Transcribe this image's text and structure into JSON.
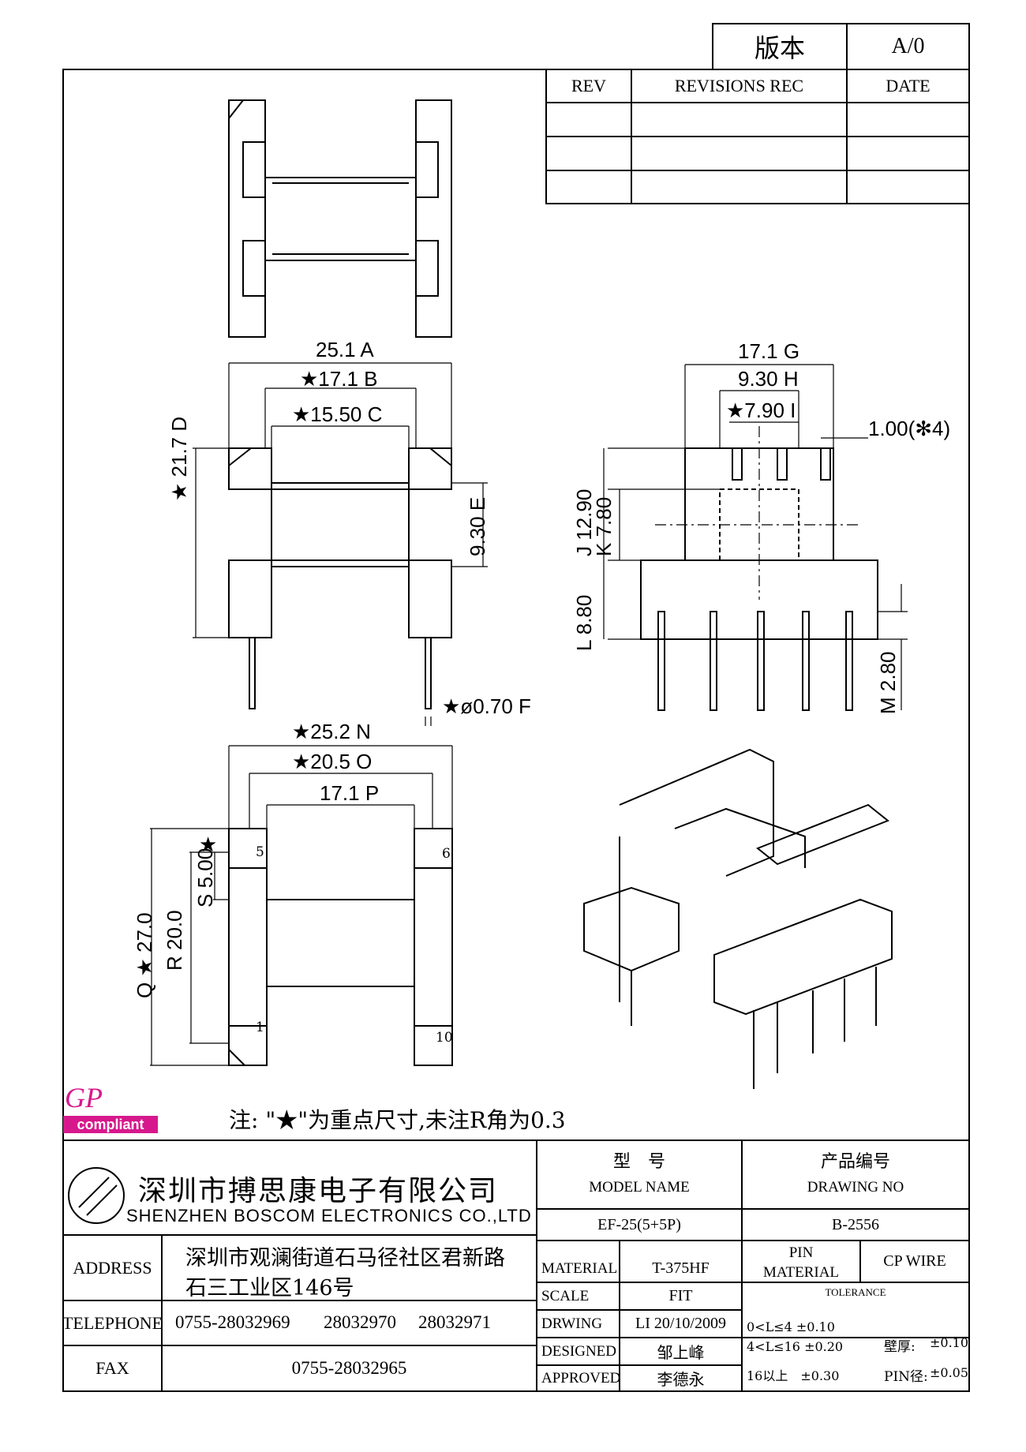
{
  "revision_box": {
    "label": "版本",
    "value": "A/0"
  },
  "revisions_table": {
    "headers": [
      "REV",
      "REVISIONS REC",
      "DATE"
    ]
  },
  "dims": {
    "A": {
      "value": "25.1",
      "tag": "A"
    },
    "B": {
      "value": "★17.1",
      "tag": "B"
    },
    "C": {
      "value": "★15.50",
      "tag": "C"
    },
    "D": {
      "value": "★ 21.7",
      "tag": "D"
    },
    "E": {
      "value": "9.30",
      "tag": "E"
    },
    "F": {
      "value": "★ø0.70",
      "tag": "F"
    },
    "G": {
      "value": "17.1",
      "tag": "G"
    },
    "H": {
      "value": "9.30",
      "tag": "H"
    },
    "I": {
      "value": "★7.90",
      "tag": "I"
    },
    "pin_w": {
      "value": "1.00(✻4)"
    },
    "J": {
      "value": "12.90",
      "tag": "J"
    },
    "K": {
      "value": "7.80",
      "tag": "K"
    },
    "L": {
      "value": "8.80",
      "tag": "L"
    },
    "M": {
      "value": "2.80",
      "tag": "M"
    },
    "N": {
      "value": "★25.2",
      "tag": "N"
    },
    "O": {
      "value": "★20.5",
      "tag": "O"
    },
    "P": {
      "value": "17.1",
      "tag": "P"
    },
    "Q": {
      "value": "★ 27.0",
      "tag": "Q"
    },
    "R": {
      "value": "20.0",
      "tag": "R"
    },
    "S": {
      "value": "5.00",
      "tag": "S"
    },
    "star": "★"
  },
  "pin_numbers": [
    "5",
    "6",
    "1",
    "10"
  ],
  "note": "注: \"★\"为重点尺寸,未注R角为0.3",
  "logo": {
    "gp": "GP",
    "compliant": "compliant"
  },
  "company": {
    "name_cn": "深圳市搏思康电子有限公司",
    "name_en": "SHENZHEN BOSCOM ELECTRONICS CO.,LTD",
    "address_label": "ADDRESS",
    "address_line1": "深圳市观澜街道石马径社区君新路",
    "address_line2": "石三工业区146号",
    "telephone_label": "TELEPHONE",
    "telephone_1": "0755-28032969",
    "telephone_2": "28032970",
    "telephone_3": "28032971",
    "fax_label": "FAX",
    "fax": "0755-28032965"
  },
  "title_block": {
    "model_cn": "型　号",
    "model_en": "MODEL NAME",
    "model_value": "EF-25(5+5P)",
    "drawing_cn": "产品编号",
    "drawing_en": "DRAWING NO",
    "drawing_value": "B-2556",
    "material_label": "MATERIAL",
    "material_value": "T-375HF",
    "pin_material_label_1": "PIN",
    "pin_material_label_2": "MATERIAL",
    "pin_material_value": "CP WIRE",
    "scale_label": "SCALE",
    "scale_value": "FIT",
    "tolerance_label": "TOLERANCE",
    "drwing_label": "DRWING",
    "drwing_value": "LI 20/10/2009",
    "designed_label": "DESIGNED",
    "designed_value": "邹上峰",
    "approved_label": "APPROVED",
    "approved_value": "李德永",
    "tol_1": "0<L≤4 ±0.10",
    "tol_2": "4<L≤16 ±0.20",
    "tol_3": "16以上　±0.30",
    "wall_label": "壁厚:",
    "wall_value": "±0.10",
    "pin_dia_label": "PIN径:",
    "pin_dia_value": "±0.05"
  }
}
